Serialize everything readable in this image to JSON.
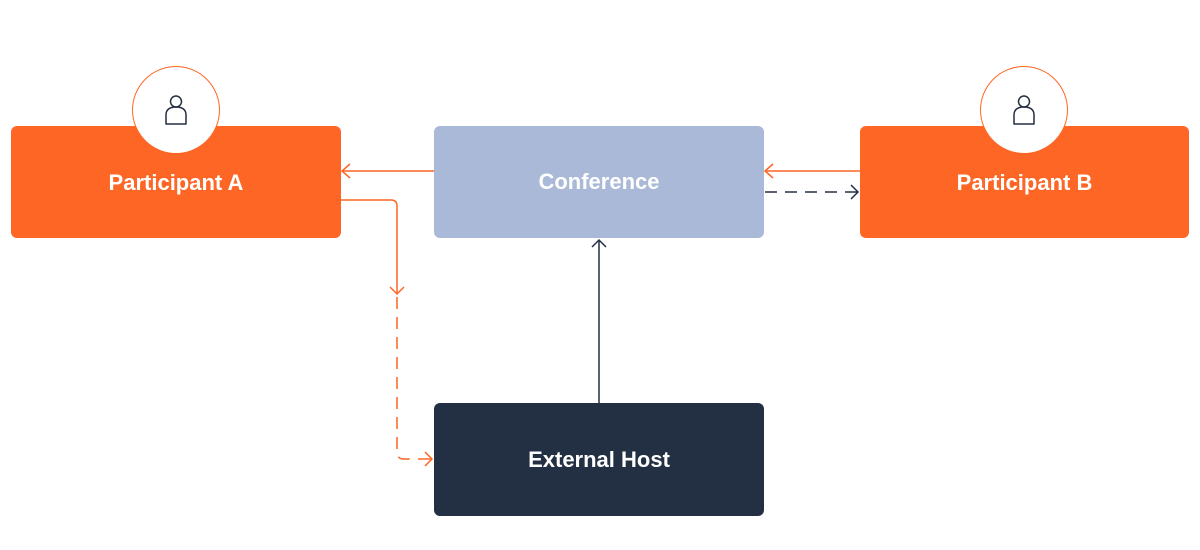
{
  "nodes": {
    "participant_a": {
      "label": "Participant A",
      "icon": "user-icon"
    },
    "participant_b": {
      "label": "Participant B",
      "icon": "user-icon"
    },
    "conference": {
      "label": "Conference"
    },
    "external_host": {
      "label": "External Host"
    }
  },
  "edges": [
    {
      "from": "conference",
      "to": "participant_a",
      "style": "solid",
      "color": "orange"
    },
    {
      "from": "participant_a",
      "to": "external_host",
      "style": "solid-then-dashed",
      "color": "orange"
    },
    {
      "from": "participant_b",
      "to": "conference",
      "style": "solid",
      "color": "orange"
    },
    {
      "from": "conference",
      "to": "participant_b",
      "style": "dashed",
      "color": "navy"
    },
    {
      "from": "external_host",
      "to": "conference",
      "style": "solid",
      "color": "navy"
    }
  ],
  "colors": {
    "participant": "#fd6625",
    "conference": "#a9b9d7",
    "external_host": "#232f43",
    "orange_edge": "#fd6625",
    "navy_edge": "#232f43"
  }
}
